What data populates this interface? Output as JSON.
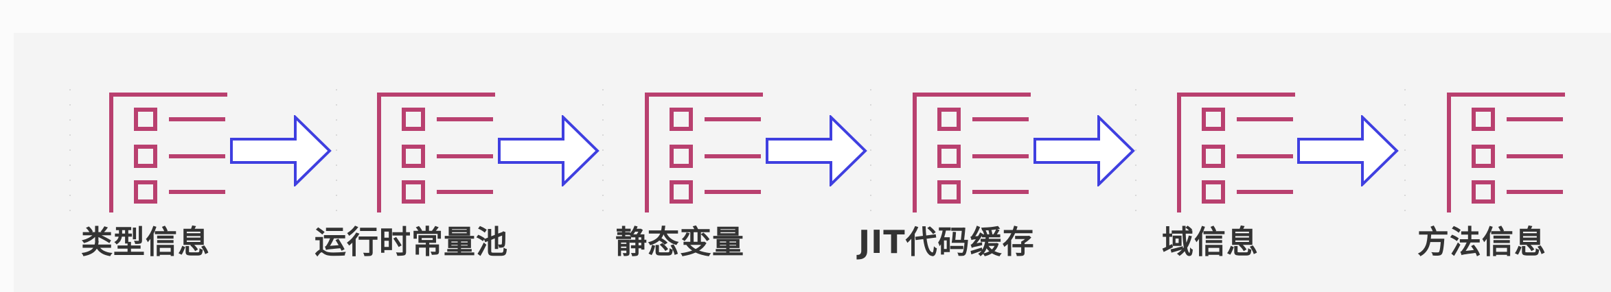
{
  "diagram": {
    "nodes": [
      {
        "id": "node-type-info",
        "label": "类型信息",
        "icon": "list-icon"
      },
      {
        "id": "node-runtime-constant-pool",
        "label": "运行时常量池",
        "icon": "list-icon"
      },
      {
        "id": "node-static-variables",
        "label": "静态变量",
        "icon": "list-icon"
      },
      {
        "id": "node-jit-code-cache",
        "label": "JIT代码缓存",
        "icon": "list-icon"
      },
      {
        "id": "node-field-info",
        "label": "域信息",
        "icon": "list-icon"
      },
      {
        "id": "node-method-info",
        "label": "方法信息",
        "icon": "list-icon"
      }
    ],
    "edges": [
      {
        "from": "类型信息",
        "to": "运行时常量池"
      },
      {
        "from": "运行时常量池",
        "to": "静态变量"
      },
      {
        "from": "静态变量",
        "to": "JIT代码缓存"
      },
      {
        "from": "JIT代码缓存",
        "to": "域信息"
      },
      {
        "from": "域信息",
        "to": "方法信息"
      }
    ],
    "colors": {
      "icon": "#b9406f",
      "arrow_stroke": "#3f3fe0",
      "arrow_fill": "#ffffff",
      "label": "#333333",
      "panel": "#f4f4f4",
      "background": "#fbfbfb"
    }
  }
}
